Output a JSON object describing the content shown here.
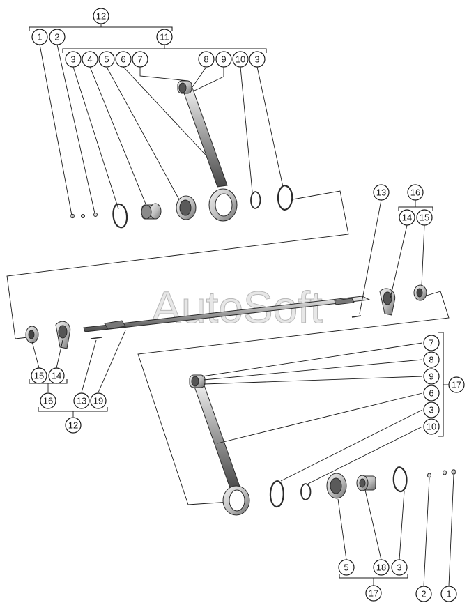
{
  "watermark": "AutoSoft",
  "callouts": {
    "c12_top": "12",
    "c1_top": "1",
    "c2_top": "2",
    "c11": "11",
    "c3a": "3",
    "c4": "4",
    "c5_top": "5",
    "c6_top": "6",
    "c7_top": "7",
    "c8_top": "8",
    "c9_top": "9",
    "c10_top": "10",
    "c3b": "3",
    "c13_right": "13",
    "c16_right": "16",
    "c14_right": "14",
    "c15_right": "15",
    "c15_left": "15",
    "c14_left": "14",
    "c16_left": "16",
    "c13_left": "13",
    "c19": "19",
    "c12_bottom": "12",
    "c7_low": "7",
    "c8_low": "8",
    "c9_low": "9",
    "c6_low": "6",
    "c3_low": "3",
    "c10_low": "10",
    "c17_right": "17",
    "c5_bottom": "5",
    "c18": "18",
    "c3_bottom": "3",
    "c17_bottom": "17",
    "c2_bottom": "2",
    "c1_bottom": "1"
  },
  "colors": {
    "line": "#1a1a1a",
    "part_light": "#e6e6e6",
    "part_mid": "#bdbdbd",
    "part_dark": "#6e6e6e"
  }
}
